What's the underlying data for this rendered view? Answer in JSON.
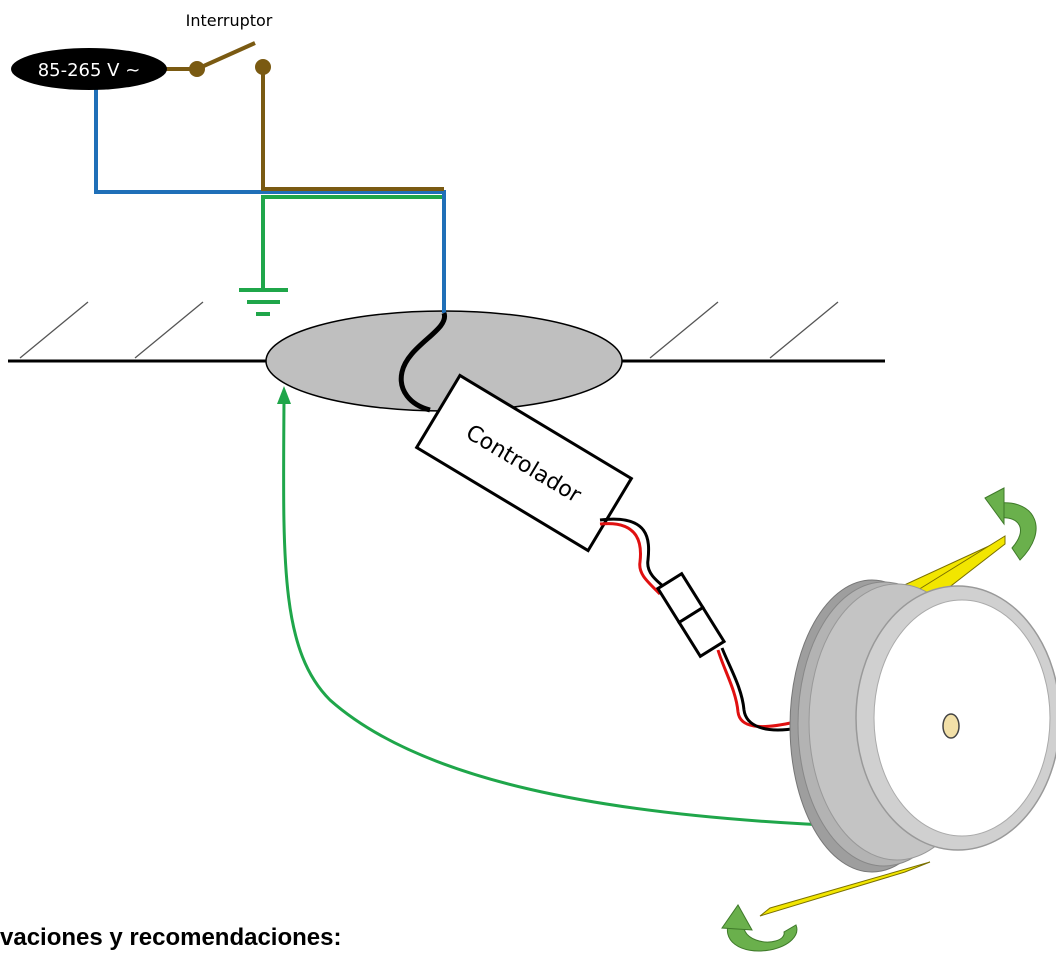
{
  "diagram": {
    "switch_label": "Interruptor",
    "voltage_label": "85-265 V ~",
    "controller_label": "Controlador",
    "section_heading": "vaciones y recomendaciones:"
  },
  "colors": {
    "neutral_wire": "#1f6fb8",
    "live_wire": "#7a5a12",
    "earth_wire": "#1fa64a",
    "source_fill": "#000000",
    "ceiling_hole": "#bfbfbf",
    "fan_body": "#c8c8c8",
    "fan_blade": "#f2e600",
    "rotation_arrow": "#6ab04c",
    "dc_positive": "#e01010",
    "dc_negative": "#000000"
  },
  "icons": [
    "ground-symbol-icon",
    "rotation-arrow-icon"
  ]
}
